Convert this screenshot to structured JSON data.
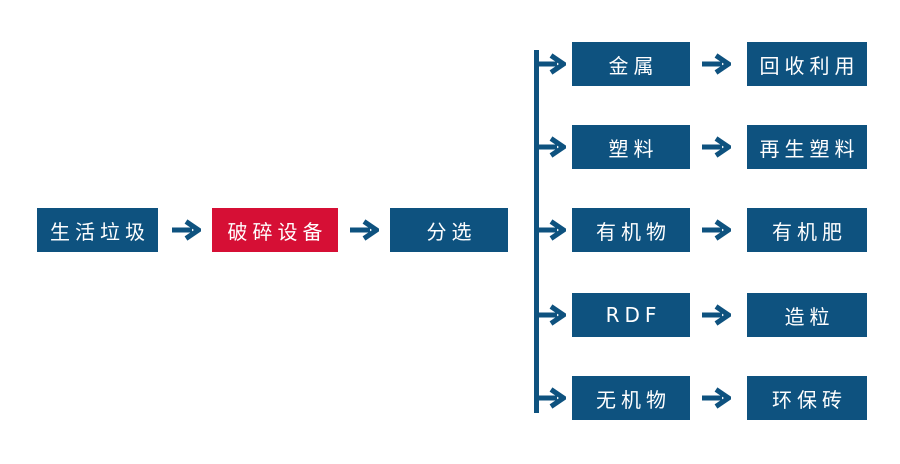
{
  "diagram": {
    "title": "household-waste-processing-flow",
    "colors": {
      "primary_blue": "#0E527F",
      "accent_red": "#D60F35",
      "text": "#FFFFFF",
      "background": "#FFFFFF"
    },
    "main": [
      {
        "label": "生活垃圾",
        "style": "blue"
      },
      {
        "label": "破碎设备",
        "style": "red"
      },
      {
        "label": "分选",
        "style": "blue"
      }
    ],
    "branches": [
      {
        "material": "金属",
        "output": "回收利用"
      },
      {
        "material": "塑料",
        "output": "再生塑料"
      },
      {
        "material": "有机物",
        "output": "有机肥"
      },
      {
        "material": "RDF",
        "output": "造粒"
      },
      {
        "material": "无机物",
        "output": "环保砖"
      }
    ],
    "arrow_glyph": "→"
  }
}
